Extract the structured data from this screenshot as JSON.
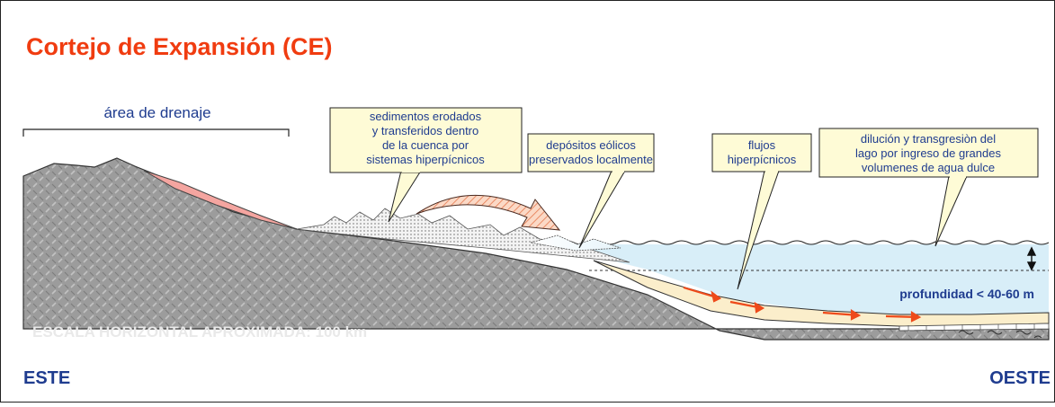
{
  "title": "Cortejo de Expansión (CE)",
  "drainage_label": "área de drenaje",
  "callouts": {
    "sediments": [
      "sedimentos erodados",
      "y transferidos dentro",
      "de la cuenca por",
      "sistemas hiperpícnicos"
    ],
    "eolian": [
      "depósitos eólicos",
      "preservados localmente"
    ],
    "flows": [
      "flujos",
      "hiperpícnicos"
    ],
    "dilution": [
      "dilución y transgresiòn del",
      "lago por ingreso de grandes",
      "volumenes de agua dulce"
    ]
  },
  "depth_label": "profundidad < 40-60 m",
  "scale_label": "ESCALA HORIZONTAL APROXIMADA: 100 km",
  "direction": {
    "left": "ESTE",
    "right": "OESTE"
  },
  "colors": {
    "title": "#f03c10",
    "labels": "#1f3c8f",
    "callout_fill": "#fefbd6",
    "water": "#d8eef8",
    "terrain": "#9a9a9a",
    "sediment_wedge": "#f4a5a0",
    "turbidite": "#fbeecb",
    "flow_arrow": "#ee4a1a"
  }
}
